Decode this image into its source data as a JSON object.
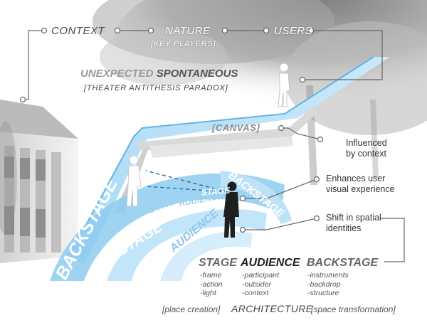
{
  "top": {
    "context": "CONTEXT",
    "nature": "NATURE",
    "key_players": "[KEY PLAYERS]",
    "users": "USERS"
  },
  "concept": {
    "unexpected": "UNEXPECTED",
    "spontaneous": "SPONTANEOUS",
    "paradox": "[THEATER ANTITHESIS PARADOX]"
  },
  "canvas": "[CANVAS]",
  "notes": {
    "influenced": [
      "Influenced",
      "by context"
    ],
    "enhances": [
      "Enhances user",
      "visual experience"
    ],
    "shift": [
      "Shift in spatial",
      "identities"
    ]
  },
  "floor_words": {
    "backstage_outer": "BACKSTAGE",
    "stage_outer": "STAGE",
    "audience_mid": "AUDIENCE",
    "stage_mid": "STAGE",
    "audience_inner": "AUDIENCE",
    "stage_inner": "STAGE",
    "backstage_inner": "BACKSTAGE"
  },
  "bottom": {
    "stage": "STAGE",
    "audience": "AUDIENCE",
    "backstage": "BACKSTAGE",
    "stage_items": [
      "-frame",
      "-action",
      "-light"
    ],
    "audience_items": [
      "-participant",
      "-outsider",
      "-context"
    ],
    "backstage_items": [
      "-instruments",
      "-backdrop",
      "-structure"
    ],
    "place_creation": "[place creation]",
    "architecture": "ARCHITECTURE",
    "space_transformation": "[space transformation]"
  },
  "colors": {
    "ramp_blue": "#a9d9f5",
    "ramp_blue_dark": "#5fb4e6",
    "canvas_grey": "#c9c9c9",
    "line": "#666666"
  }
}
